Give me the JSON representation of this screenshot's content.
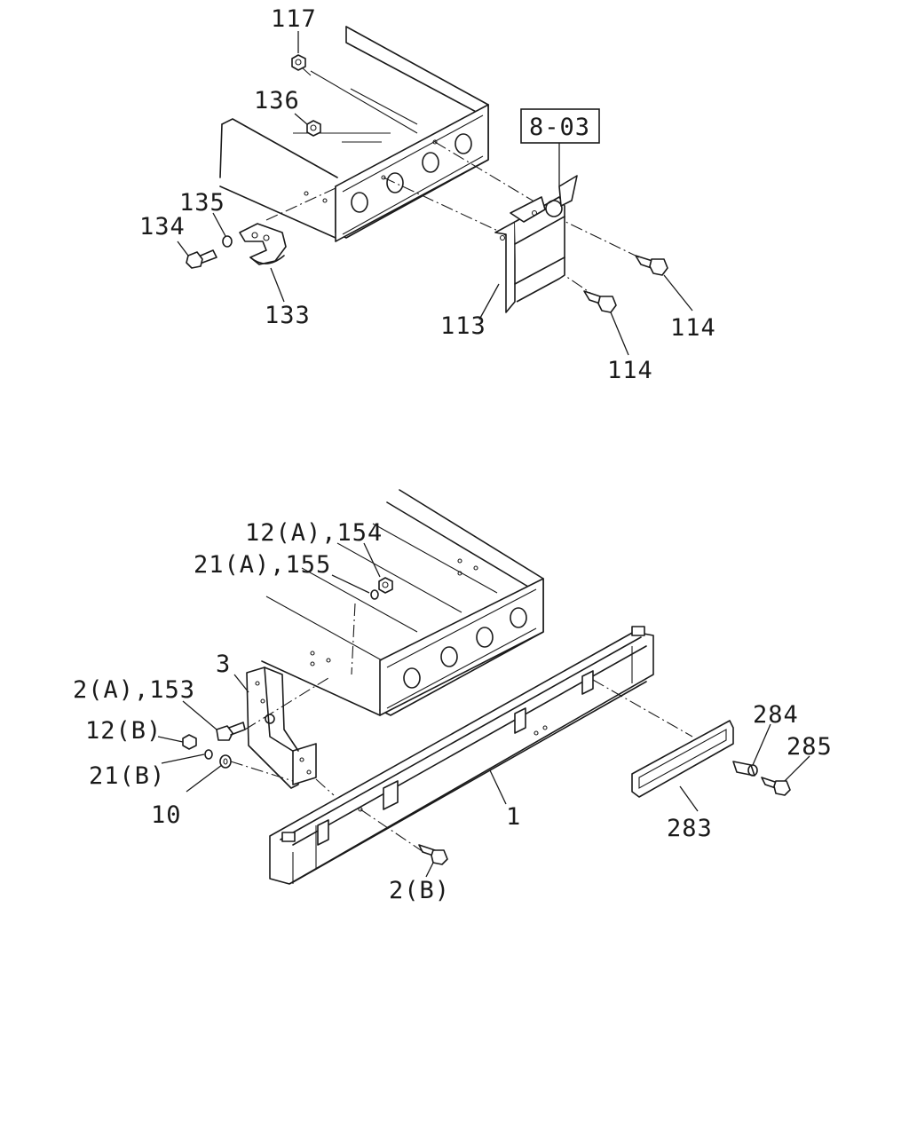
{
  "top_assembly": {
    "ref_label": "8-03",
    "callouts": {
      "c117": "117",
      "c136": "136",
      "c135": "135",
      "c134": "134",
      "c133": "133",
      "c113": "113",
      "c114a": "114",
      "c114b": "114"
    }
  },
  "bottom_assembly": {
    "callouts": {
      "c12a154": "12(A),154",
      "c21a155": "21(A),155",
      "c3": "3",
      "c2a153": "2(A),153",
      "c12b": "12(B)",
      "c21b": "21(B)",
      "c10": "10",
      "c1": "1",
      "c2b": "2(B)",
      "c283": "283",
      "c284": "284",
      "c285": "285"
    }
  }
}
